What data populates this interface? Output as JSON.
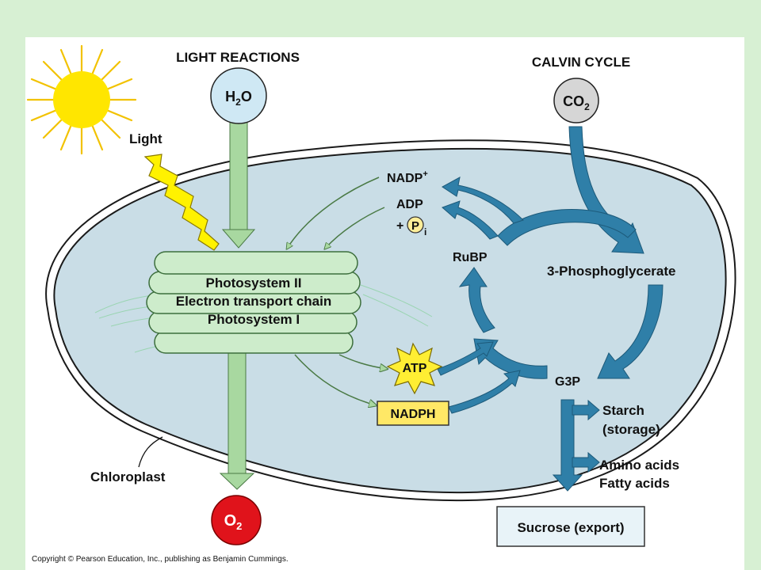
{
  "headings": {
    "light_reactions": "LIGHT REACTIONS",
    "calvin_cycle": "CALVIN CYCLE"
  },
  "inputs": {
    "water": {
      "main": "H",
      "sub": "2",
      "tail": "O"
    },
    "carbon_dioxide": {
      "main": "CO",
      "sub": "2"
    },
    "light": "Light"
  },
  "thylakoid": {
    "line1": "Photosystem II",
    "line2": "Electron transport chain",
    "line3": "Photosystem I"
  },
  "carriers": {
    "nadp_plus": {
      "main": "NADP",
      "sup": "+"
    },
    "adp": "ADP",
    "pi": {
      "prefix": "+",
      "main": "P",
      "sub": "i"
    },
    "atp": "ATP",
    "nadph": "NADPH"
  },
  "calvin": {
    "rubp": "RuBP",
    "phosphoglycerate": "3-Phosphoglycerate",
    "g3p": "G3P"
  },
  "outputs": {
    "oxygen": {
      "main": "O",
      "sub": "2"
    },
    "starch_line1": "Starch",
    "starch_line2": "(storage)",
    "amino_acids": "Amino acids",
    "fatty_acids": "Fatty acids",
    "sucrose": "Sucrose (export)"
  },
  "labels": {
    "chloroplast": "Chloroplast"
  },
  "footer": {
    "copyright": "Copyright © Pearson Education, Inc., publishing as Benjamin Cummings."
  },
  "colors": {
    "background": "#d7f0d3",
    "stroma": "#c9dde6",
    "thylakoid": "#cdeccb",
    "light_arrow": "#a8d8a0",
    "calvin_arrow": "#2f7fa8",
    "sun": "#ffe600",
    "oxygen": "#e0131b",
    "atp": "#ffee33",
    "nadph": "#ffe866"
  }
}
